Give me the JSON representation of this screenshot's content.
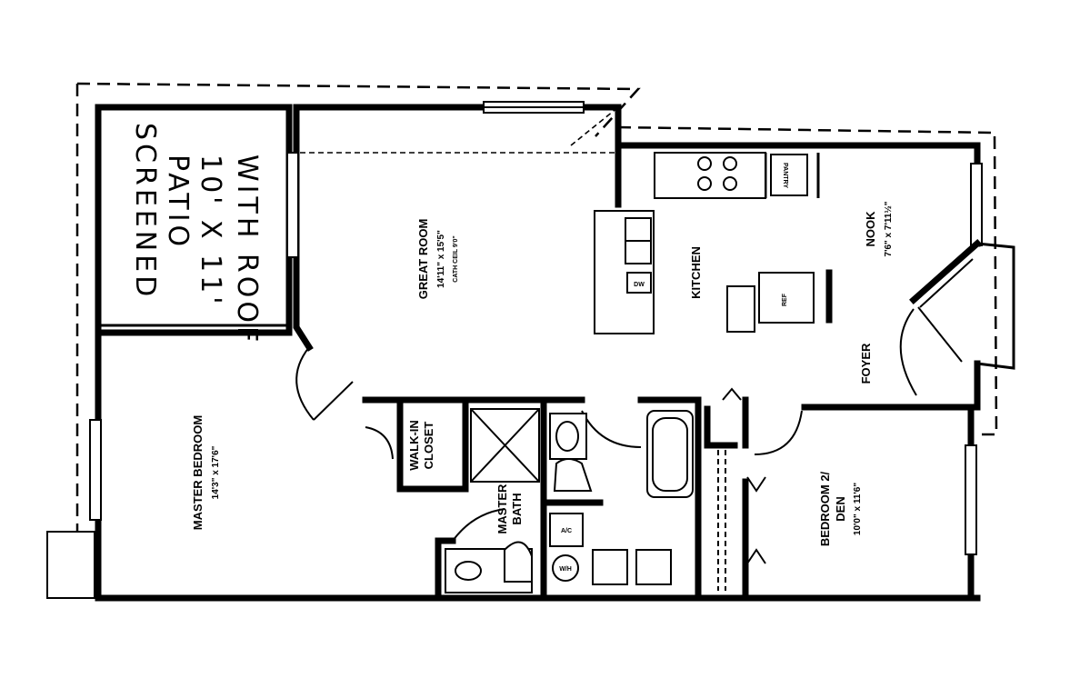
{
  "patio": {
    "line1": "SCREENED",
    "line2": "PATIO",
    "line3": "10' X 11'",
    "line4": "WITH ROOF"
  },
  "rooms": {
    "great_room": {
      "name": "GREAT ROOM",
      "dims": "14'11\" x 15'5\"",
      "note": "CATH CEIL 9'0\""
    },
    "kitchen": {
      "name": "KITCHEN"
    },
    "nook": {
      "name": "NOOK",
      "dims": "7'6\" x 7'11½\""
    },
    "foyer": {
      "name": "FOYER"
    },
    "master_bedroom": {
      "name": "MASTER BEDROOM",
      "dims": "14'3\" x 17'6\""
    },
    "walkin_closet": {
      "line1": "WALK-IN",
      "line2": "CLOSET"
    },
    "master_bath": {
      "line1": "MASTER",
      "line2": "BATH"
    },
    "bedroom2": {
      "line1": "BEDROOM 2/",
      "line2": "DEN",
      "dims": "10'0\" x 11'6\""
    }
  },
  "fixtures": {
    "pantry": "PANTRY",
    "dishwasher": "DW",
    "refrigerator": "REF",
    "washer": "W/H",
    "ac": "A/C"
  }
}
